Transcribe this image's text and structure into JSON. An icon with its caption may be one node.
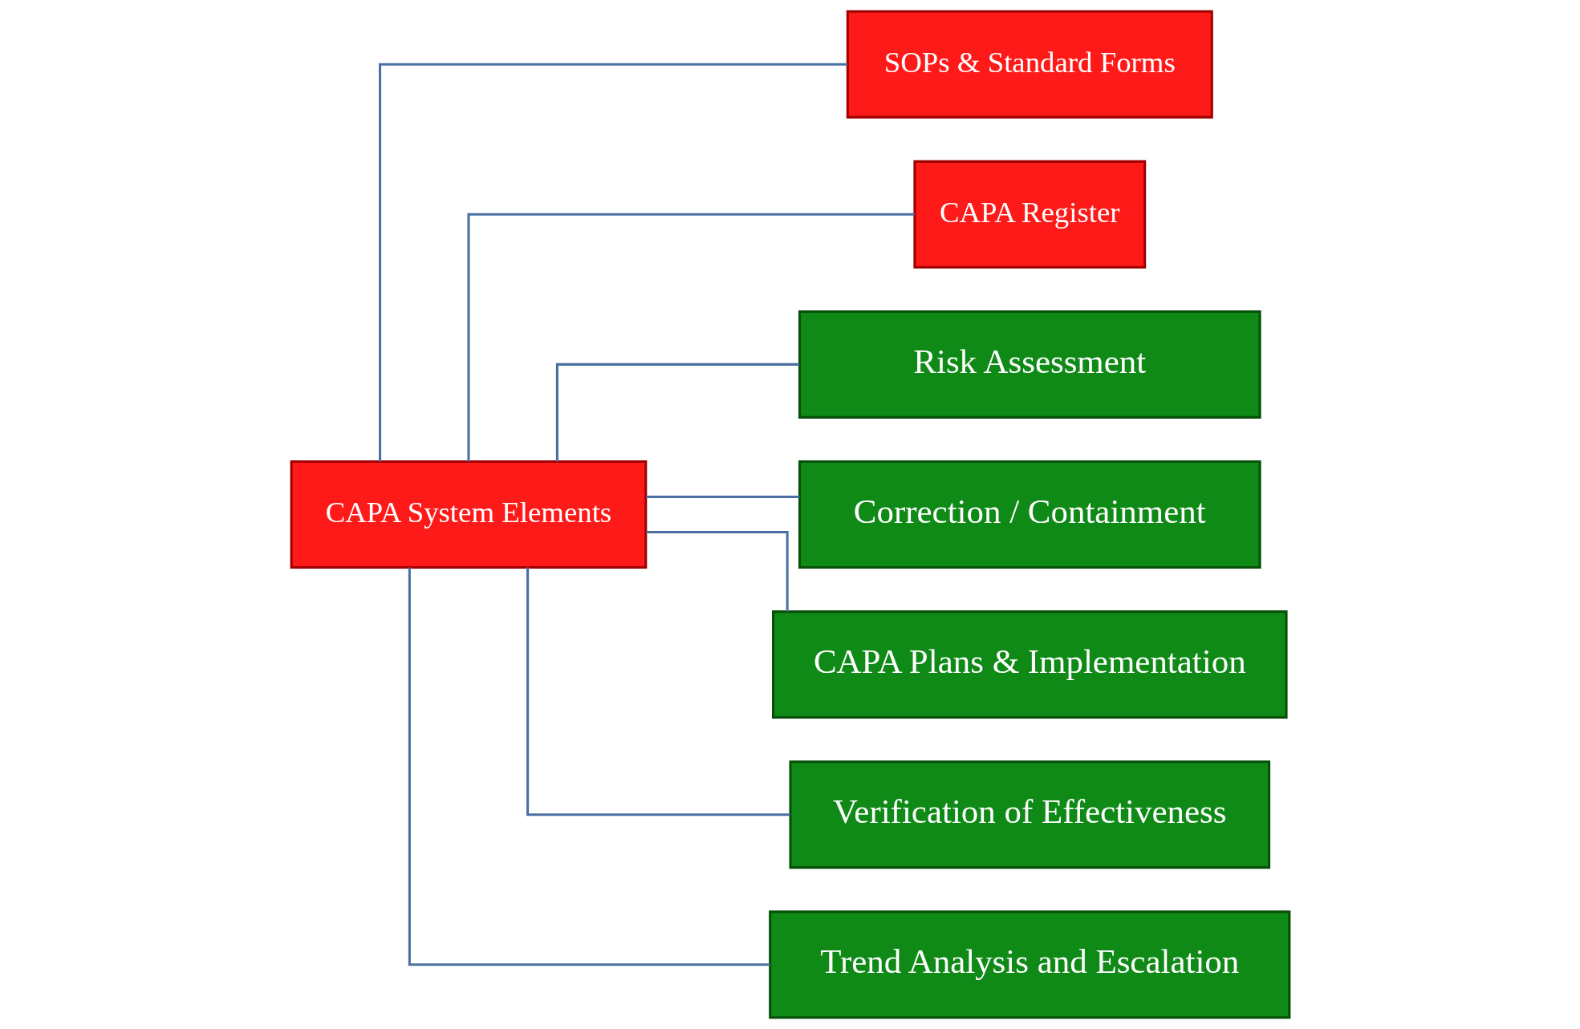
{
  "diagram": {
    "nodes": [
      {
        "text": [
          "CAPA System Elements"
        ]
      },
      {
        "text": [
          "SOPs & Standard Forms"
        ]
      },
      {
        "text": [
          "CAPA Register"
        ]
      },
      {
        "text": [
          "Risk Assessment"
        ]
      },
      {
        "text": [
          "Correction / Containment"
        ]
      },
      {
        "text": [
          "CAPA Plans & Implementation"
        ]
      },
      {
        "text": [
          "Verification of Effectiveness"
        ]
      },
      {
        "text": [
          "Trend Analysis and Escalation"
        ]
      }
    ],
    "edges": [
      {
        "from": 0,
        "to": 1,
        "arrow": "none"
      },
      {
        "from": 0,
        "to": 2,
        "arrow": "none"
      },
      {
        "from": 0,
        "to": 3,
        "arrow": "none"
      },
      {
        "from": 0,
        "to": 4,
        "arrow": "none"
      },
      {
        "from": 0,
        "to": 5,
        "arrow": "none"
      },
      {
        "from": 0,
        "to": 6,
        "arrow": "none"
      },
      {
        "from": 0,
        "to": 7,
        "arrow": "none"
      }
    ]
  }
}
